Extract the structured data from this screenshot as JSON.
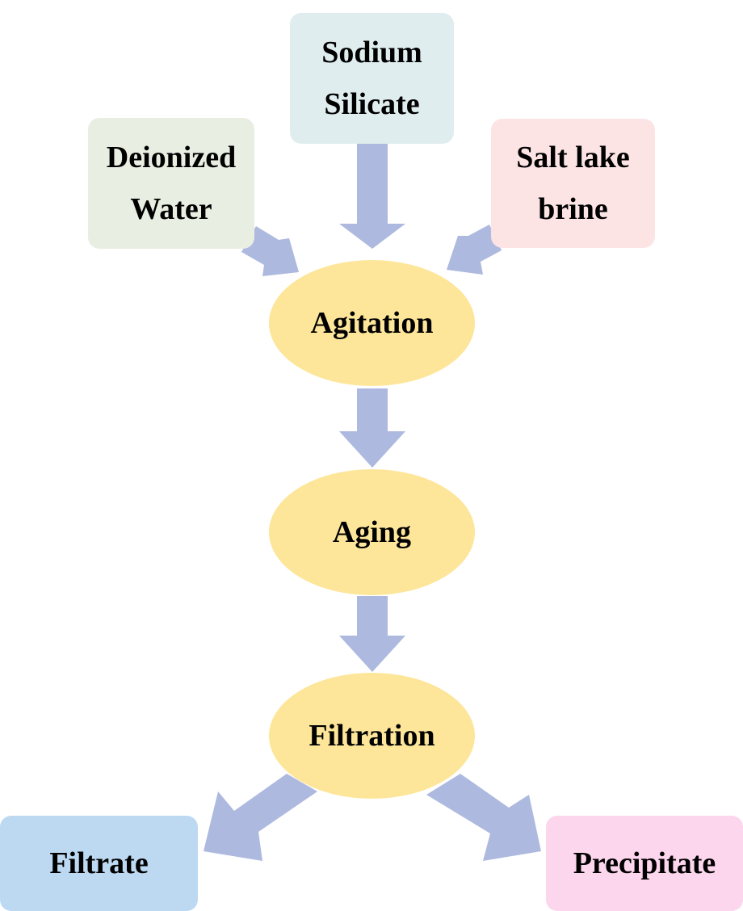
{
  "nodes": {
    "sodium_silicate": {
      "label_line1": "Sodium",
      "label_line2": "Silicate",
      "fill": "#dfedee"
    },
    "deionized_water": {
      "label_line1": "Deionized",
      "label_line2": "Water",
      "fill": "#e8efe2"
    },
    "salt_lake_brine": {
      "label_line1": "Salt lake",
      "label_line2": "brine",
      "fill": "#fce4e5"
    },
    "agitation": {
      "label": "Agitation",
      "fill": "#fde69a"
    },
    "aging": {
      "label": "Aging",
      "fill": "#fde69a"
    },
    "filtration": {
      "label": "Filtration",
      "fill": "#fde69a"
    },
    "filtrate": {
      "label": "Filtrate",
      "fill": "#bdd9f2"
    },
    "precipitate": {
      "label": "Precipitate",
      "fill": "#fcd6ec"
    }
  },
  "arrow_color": "#adb9de"
}
